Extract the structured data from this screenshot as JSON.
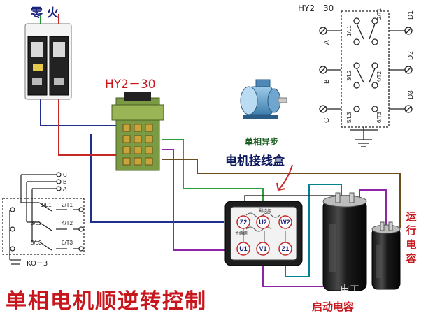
{
  "title": "单相电机顺逆转控制",
  "breaker": {
    "label": "零 火"
  },
  "switch": {
    "label": "HY2－30"
  },
  "switch_schematic": {
    "label": "HY2－30",
    "inputs": [
      "A",
      "B",
      "C"
    ],
    "outputs": [
      "D1",
      "D2",
      "D3"
    ],
    "contacts": [
      "1/L1",
      "2/T1",
      "3/L2",
      "4/T2",
      "5/L3",
      "6/T3"
    ]
  },
  "ko_schematic": {
    "label": "KO－3",
    "lines": [
      "C",
      "B",
      "A"
    ],
    "contacts": [
      "1/L1",
      "2/T1",
      "3/L2",
      "4/T2",
      "5/L3",
      "6/T3"
    ]
  },
  "motor": {
    "label": "单相异步"
  },
  "junction_box": {
    "label": "电机接线盒",
    "sub_labels": [
      "副绕组",
      "主绕组"
    ],
    "terminals": [
      "Z2",
      "U2",
      "W2",
      "U1",
      "V1",
      "Z1"
    ]
  },
  "capacitors": {
    "start_label": "启动电容",
    "run_label": "运行电容"
  },
  "watermark": "电工",
  "colors": {
    "title": "#c8161d",
    "wire_blue": "#1f2f8f",
    "wire_red": "#c62828",
    "wire_green": "#2e9e3a",
    "wire_purple": "#8e24aa",
    "wire_brown": "#6d4c1f",
    "wire_teal": "#00838f"
  }
}
